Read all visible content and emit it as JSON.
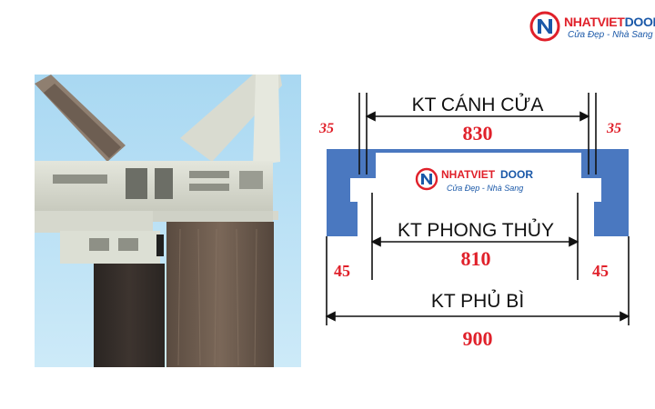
{
  "brand": {
    "name_part1": "NHATVIET",
    "name_part2": "DOOR",
    "tagline": "Cửa Đẹp - Nhà Sang",
    "colors": {
      "red": "#e0202a",
      "blue": "#1a58a8"
    }
  },
  "photo": {
    "description_icon": "door-frame-profile-photo"
  },
  "diagram": {
    "colors": {
      "frame": "#4a78c0",
      "dimension_red": "#e0202a",
      "line": "#111111"
    },
    "labels": {
      "leaf_title": "KT CÁNH CỬA",
      "leaf_value": "830",
      "feng_title": "KT PHONG THỦY",
      "feng_value": "810",
      "cover_title": "KT PHỦ BÌ",
      "cover_value": "900",
      "left_top": "35",
      "right_top": "35",
      "left_mid": "45",
      "right_mid": "45"
    }
  }
}
